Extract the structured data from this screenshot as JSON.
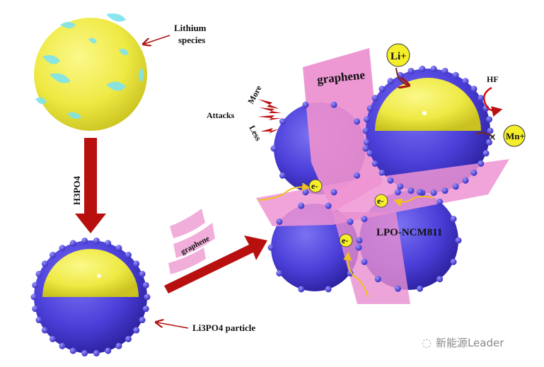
{
  "labels": {
    "lithium_species": [
      "Lithium",
      "species"
    ],
    "h3po4": "H3PO4",
    "li3po4_particle": "Li3PO4 particle",
    "graphene_small": "graphene",
    "graphene_big": "graphene",
    "more": "More",
    "attacks": "Attacks",
    "less": "Less",
    "li_plus": "Li+",
    "hf": "HF",
    "mn_plus": "Mn+",
    "electron": "e-",
    "lpo_ncm811": "LPO-NCM811"
  },
  "watermark": "新能源Leader",
  "colors": {
    "yellow": "#f0ec4a",
    "cyan": "#7fe3ee",
    "blue": "#4b3fd6",
    "pink": "#e98fcf",
    "red_arrow": "#b80f0f"
  }
}
